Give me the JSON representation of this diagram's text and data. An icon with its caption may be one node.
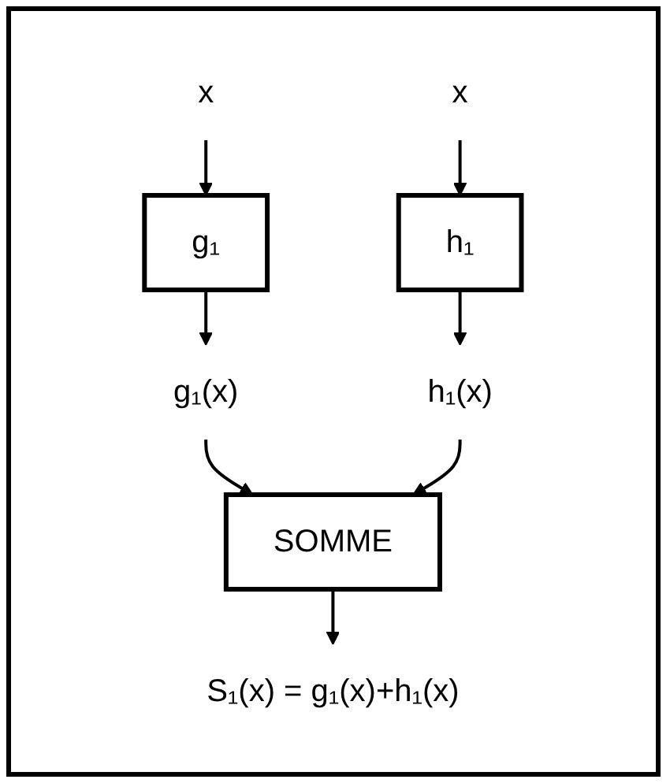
{
  "diagram": {
    "nodes": [
      {
        "text": [
          "x"
        ]
      },
      {
        "text": [
          "g₁"
        ]
      },
      {
        "text": [
          "g₁(x)"
        ]
      },
      {
        "text": [
          "x"
        ]
      },
      {
        "text": [
          "h₁"
        ]
      },
      {
        "text": [
          "h₁(x)"
        ]
      },
      {
        "text": [
          "SOMME"
        ]
      },
      {
        "text": [
          "S₁(x) = g₁(x)+h₁(x)"
        ]
      }
    ],
    "edges": [
      {
        "from": 0,
        "to": 1,
        "arrow": "to"
      },
      {
        "from": 1,
        "to": 2,
        "arrow": "to"
      },
      {
        "from": 3,
        "to": 4,
        "arrow": "to"
      },
      {
        "from": 4,
        "to": 5,
        "arrow": "to"
      },
      {
        "from": 2,
        "to": 6,
        "arrow": "to"
      },
      {
        "from": 5,
        "to": 6,
        "arrow": "to"
      },
      {
        "from": 6,
        "to": 7,
        "arrow": "to"
      }
    ]
  }
}
